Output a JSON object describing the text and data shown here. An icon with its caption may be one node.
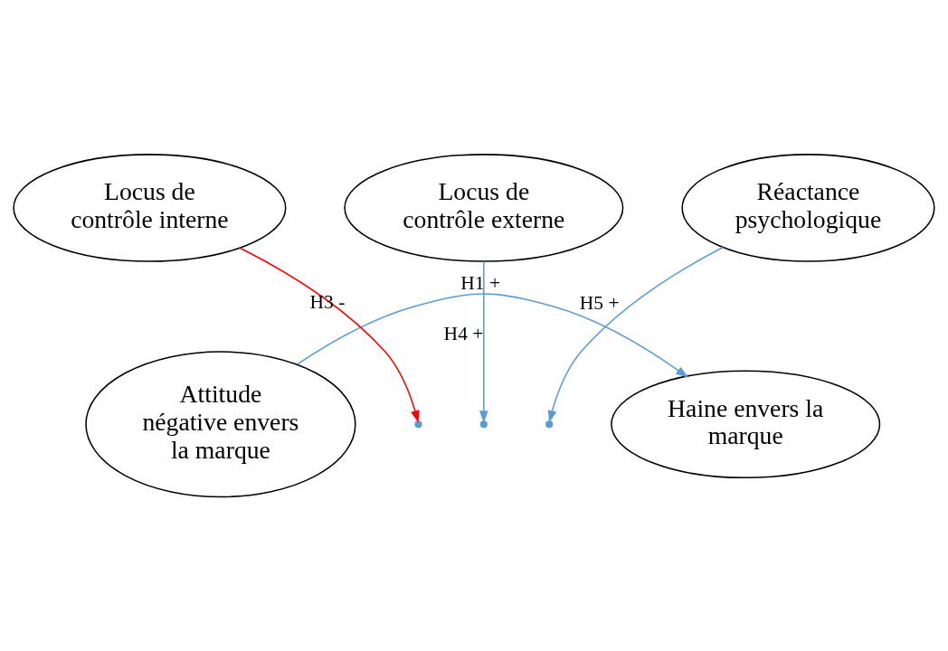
{
  "diagram": {
    "nodes": [
      {
        "text": [
          "Attitude négative envers la marque"
        ]
      },
      {
        "text": [
          "Locus de contrôle interne"
        ]
      },
      {
        "text": [
          "Locus de contrôle externe"
        ]
      },
      {
        "text": [
          "Réactance psychologique"
        ]
      },
      {
        "text": [
          "Haine envers la marque"
        ]
      }
    ],
    "edges": [
      {
        "from": 0,
        "to": 4,
        "arrow": "to",
        "label": "H1 +"
      },
      {
        "from": 1,
        "to": null,
        "arrow": "to",
        "label": "H3 -",
        "color": "#ff0000"
      },
      {
        "from": 2,
        "to": null,
        "arrow": "to",
        "label": "H4 +"
      },
      {
        "from": 3,
        "to": null,
        "arrow": "to",
        "label": "H5 +"
      }
    ]
  }
}
